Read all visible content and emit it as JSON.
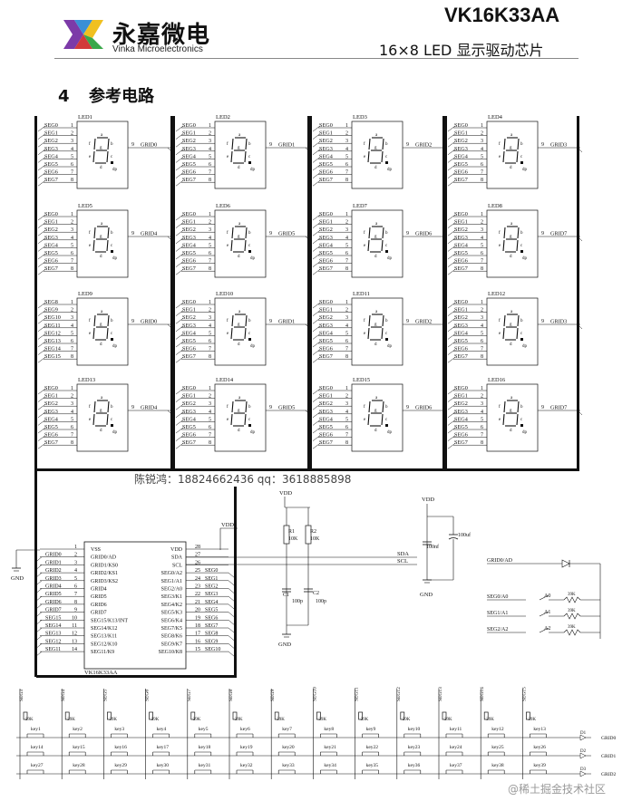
{
  "header": {
    "brand_cn": "永嘉微电",
    "brand_en": "Vinka Microelectronics",
    "part_number": "VK16K33AA",
    "description": "16×8  LED 显示驱动芯片"
  },
  "section": {
    "number": "4",
    "title": "参考电路"
  },
  "watermark_contact": "陈锐鸿：18824662436  qq：3618885898",
  "watermark_site": "@稀土掘金技术社区",
  "led_modules": [
    {
      "name": "LED1",
      "segs": [
        "SEG0",
        "SEG1",
        "SEG2",
        "SEG3",
        "SEG4",
        "SEG5",
        "SEG6",
        "SEG7"
      ],
      "grid": "GRID0"
    },
    {
      "name": "LED2",
      "segs": [
        "SEG0",
        "SEG1",
        "SEG2",
        "SEG3",
        "SEG4",
        "SEG5",
        "SEG6",
        "SEG7"
      ],
      "grid": "GRID1"
    },
    {
      "name": "LED3",
      "segs": [
        "SEG0",
        "SEG1",
        "SEG2",
        "SEG3",
        "SEG4",
        "SEG5",
        "SEG6",
        "SEG7"
      ],
      "grid": "GRID2"
    },
    {
      "name": "LED4",
      "segs": [
        "SEG0",
        "SEG1",
        "SEG2",
        "SEG3",
        "SEG4",
        "SEG5",
        "SEG6",
        "SEG7"
      ],
      "grid": "GRID3"
    },
    {
      "name": "LED5",
      "segs": [
        "SEG0",
        "SEG1",
        "SEG2",
        "SEG3",
        "SEG4",
        "SEG5",
        "SEG6",
        "SEG7"
      ],
      "grid": "GRID4"
    },
    {
      "name": "LED6",
      "segs": [
        "SEG0",
        "SEG1",
        "SEG2",
        "SEG3",
        "SEG4",
        "SEG5",
        "SEG6",
        "SEG7"
      ],
      "grid": "GRID5"
    },
    {
      "name": "LED7",
      "segs": [
        "SEG0",
        "SEG1",
        "SEG2",
        "SEG3",
        "SEG4",
        "SEG5",
        "SEG6",
        "SEG7"
      ],
      "grid": "GRID6"
    },
    {
      "name": "LED8",
      "segs": [
        "SEG0",
        "SEG1",
        "SEG2",
        "SEG3",
        "SEG4",
        "SEG5",
        "SEG6",
        "SEG7"
      ],
      "grid": "GRID7"
    },
    {
      "name": "LED9",
      "segs": [
        "SEG8",
        "SEG9",
        "SEG10",
        "SEG11",
        "SEG12",
        "SEG13",
        "SEG14",
        "SEG15"
      ],
      "grid": "GRID0"
    },
    {
      "name": "LED10",
      "segs": [
        "SEG0",
        "SEG1",
        "SEG2",
        "SEG3",
        "SEG4",
        "SEG5",
        "SEG6",
        "SEG7"
      ],
      "grid": "GRID1"
    },
    {
      "name": "LED11",
      "segs": [
        "SEG0",
        "SEG1",
        "SEG2",
        "SEG3",
        "SEG4",
        "SEG5",
        "SEG6",
        "SEG7"
      ],
      "grid": "GRID2"
    },
    {
      "name": "LED12",
      "segs": [
        "SEG0",
        "SEG1",
        "SEG2",
        "SEG3",
        "SEG4",
        "SEG5",
        "SEG6",
        "SEG7"
      ],
      "grid": "GRID3"
    },
    {
      "name": "LED13",
      "segs": [
        "SEG0",
        "SEG1",
        "SEG2",
        "SEG3",
        "SEG4",
        "SEG5",
        "SEG6",
        "SEG7"
      ],
      "grid": "GRID4"
    },
    {
      "name": "LED14",
      "segs": [
        "SEG0",
        "SEG1",
        "SEG2",
        "SEG3",
        "SEG4",
        "SEG5",
        "SEG6",
        "SEG7"
      ],
      "grid": "GRID5"
    },
    {
      "name": "LED15",
      "segs": [
        "SEG0",
        "SEG1",
        "SEG2",
        "SEG3",
        "SEG4",
        "SEG5",
        "SEG6",
        "SEG7"
      ],
      "grid": "GRID6"
    },
    {
      "name": "LED16",
      "segs": [
        "SEG0",
        "SEG1",
        "SEG2",
        "SEG3",
        "SEG4",
        "SEG5",
        "SEG6",
        "SEG7"
      ],
      "grid": "GRID7"
    }
  ],
  "seg_letters": [
    "a",
    "b",
    "c",
    "d",
    "e",
    "f",
    "g",
    "dp"
  ],
  "grid_pin": "9",
  "chip": {
    "name": "VK16K33AA",
    "left_pins": [
      {
        "num": "1",
        "func": "VSS",
        "net": ""
      },
      {
        "num": "2",
        "func": "GRID0/AD",
        "net": "GRID0"
      },
      {
        "num": "3",
        "func": "GRID1/KS0",
        "net": "GRID1"
      },
      {
        "num": "4",
        "func": "GRID2/KS1",
        "net": "GRID2"
      },
      {
        "num": "5",
        "func": "GRID3/KS2",
        "net": "GRID3"
      },
      {
        "num": "6",
        "func": "GRID4",
        "net": "GRID4"
      },
      {
        "num": "7",
        "func": "GRID5",
        "net": "GRID5"
      },
      {
        "num": "8",
        "func": "GRID6",
        "net": "GRID6"
      },
      {
        "num": "9",
        "func": "GRID7",
        "net": "GRID7"
      },
      {
        "num": "10",
        "func": "SEG15/K13/INT",
        "net": "SEG15"
      },
      {
        "num": "11",
        "func": "SEG14/K12",
        "net": "SEG14"
      },
      {
        "num": "12",
        "func": "SEG13/K11",
        "net": "SEG13"
      },
      {
        "num": "13",
        "func": "SEG12/K10",
        "net": "SEG12"
      },
      {
        "num": "14",
        "func": "SEG11/K9",
        "net": "SEG11"
      }
    ],
    "right_pins": [
      {
        "num": "28",
        "func": "VDD",
        "net": "VDD"
      },
      {
        "num": "27",
        "func": "SDA",
        "net": "SDA"
      },
      {
        "num": "26",
        "func": "SCL",
        "net": "SCL"
      },
      {
        "num": "25",
        "func": "SEG0/A2",
        "net": "SEG0"
      },
      {
        "num": "24",
        "func": "SEG1/A1",
        "net": "SEG1"
      },
      {
        "num": "23",
        "func": "SEG2/A0",
        "net": "SEG2"
      },
      {
        "num": "22",
        "func": "SEG3/K1",
        "net": "SEG3"
      },
      {
        "num": "21",
        "func": "SEG4/K2",
        "net": "SEG4"
      },
      {
        "num": "20",
        "func": "SEG5/K3",
        "net": "SEG5"
      },
      {
        "num": "19",
        "func": "SEG6/K4",
        "net": "SEG6"
      },
      {
        "num": "18",
        "func": "SEG7/K5",
        "net": "SEG7"
      },
      {
        "num": "17",
        "func": "SEG8/K6",
        "net": "SEG8"
      },
      {
        "num": "16",
        "func": "SEG9/K7",
        "net": "SEG9"
      },
      {
        "num": "15",
        "func": "SEG10/K8",
        "net": "SEG10"
      }
    ]
  },
  "pullups": {
    "vdd": "VDD",
    "gnd": "GND",
    "r1": "R1",
    "r1_val": "10K",
    "r2": "R2",
    "r2_val": "10K",
    "c1": "C1",
    "c1_val": "100p",
    "c2": "C2",
    "c2_val": "100p",
    "sda": "SDA",
    "scl": "SCL"
  },
  "decoupling": {
    "vdd": "VDD",
    "gnd": "GND",
    "c_big": "100uf",
    "c_small": "100nf"
  },
  "chip_gnd": "GND",
  "chip_vdd": "VDD",
  "addr": {
    "grid": "GRID0/AD",
    "rows": [
      {
        "seg": "SEG0/A0",
        "a": "A0",
        "r": "39K"
      },
      {
        "seg": "SEG1/A1",
        "a": "A1",
        "r": "39K"
      },
      {
        "seg": "SEG2/A2",
        "a": "A2",
        "r": "39K"
      }
    ]
  },
  "keys": {
    "columns": [
      "SEG3",
      "SEG4",
      "SEG5",
      "SEG6",
      "SEG7",
      "SEG8",
      "SEG9",
      "SEG10",
      "SEG11",
      "SEG12",
      "SEG13",
      "SEG14",
      "SEG15"
    ],
    "resistor": "39K",
    "rows": [
      {
        "grid": "GRID0",
        "diode": "D1",
        "keys": [
          "key1",
          "key2",
          "key3",
          "key4",
          "key5",
          "key6",
          "key7",
          "key8",
          "key9",
          "key10",
          "key11",
          "key12",
          "key13"
        ]
      },
      {
        "grid": "GRID1",
        "diode": "D2",
        "keys": [
          "key14",
          "key15",
          "key16",
          "key17",
          "key18",
          "key19",
          "key20",
          "key21",
          "key22",
          "key23",
          "key24",
          "key25",
          "key26"
        ]
      },
      {
        "grid": "GRID2",
        "diode": "D3",
        "keys": [
          "key27",
          "key28",
          "key29",
          "key30",
          "key31",
          "key32",
          "key33",
          "key34",
          "key35",
          "key36",
          "key37",
          "key38",
          "key39"
        ]
      }
    ]
  }
}
